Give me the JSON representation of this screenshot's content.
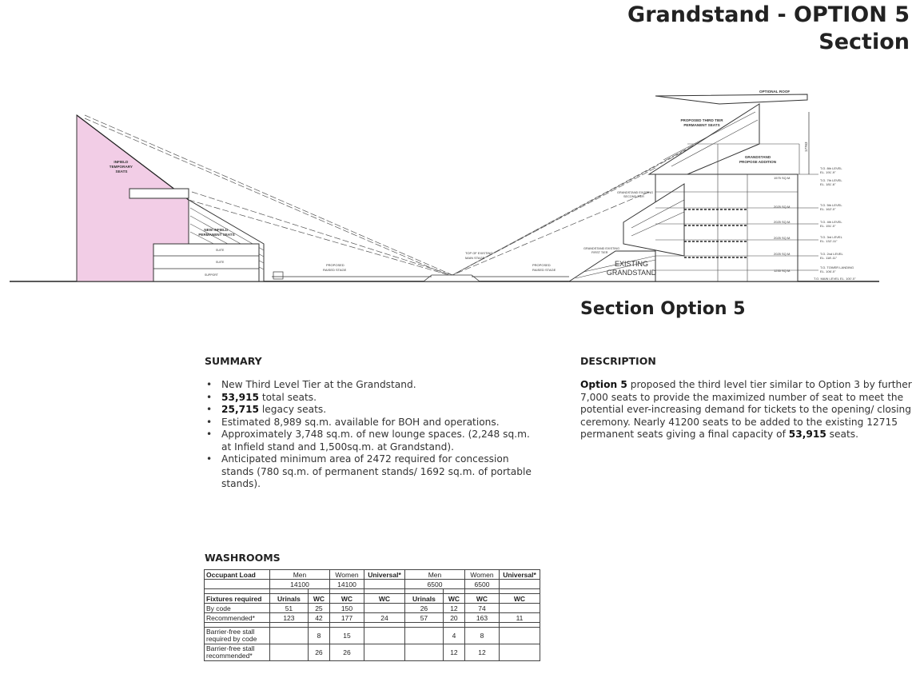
{
  "header": {
    "title_line1": "Grandstand - OPTION 5",
    "title_line2": "Section"
  },
  "drawing": {
    "labels": {
      "infield_temporary": [
        "INFIELD",
        "TEMPORARY",
        "SEATS"
      ],
      "new_infield_permanent": [
        "NEW INFIELD",
        "PERMANENT SEATS"
      ],
      "proposed_raised_stage_left": [
        "PROPOSED",
        "RAISED STAGE"
      ],
      "top_existing_main_stage": [
        "TOP OF EXISTING",
        "MAIN STAGE"
      ],
      "proposed_raised_stage_right": [
        "PROPOSED",
        "RAISED STAGE"
      ],
      "optional_roof": "OPTIONAL ROOF",
      "proposed_third_tier": [
        "PROPOSED THIRD TIER",
        "PERMANENT SEATS"
      ],
      "grandstand_propose_addition": [
        "GRANDSTAND",
        "PROPOSE ADDITION"
      ],
      "grandstand_existing_second_tier": [
        "GRANDSTAND EXISTING",
        "SECOND TIER"
      ],
      "grandstand_existing_first_tier": [
        "GRANDSTAND EXISTING",
        "FIRST TIER"
      ],
      "existing_grandstand": [
        "EXISTING",
        "GRANDSTAND"
      ],
      "floor_areas": [
        "1575 SQ.M.",
        "2025 SQ.M.",
        "2025 SQ.M.",
        "2025 SQ.M.",
        "2025 SQ.M.",
        "1235 SQ.M."
      ],
      "levels": [
        [
          "T.O. 8th LEVEL",
          "EL. 191'-9\""
        ],
        [
          "T.O. 7th LEVEL",
          "EL. 181'-6\""
        ],
        [
          "T.O. 5th LEVEL",
          "EL. 162'-0\""
        ],
        [
          "T.O. 4th LEVEL",
          "EL. 151'-0\""
        ],
        [
          "T.O. 3rd LEVEL",
          "EL. 132'-11\""
        ],
        [
          "T.O. 2nd LEVEL",
          "EL. 118'-11\""
        ],
        [
          "T.O. TOWER LANDING",
          "EL. 106'-0\""
        ],
        [
          "T.O. MAIN LEVEL EL. 100'-0\""
        ]
      ],
      "dimension": "17763"
    }
  },
  "section_heading": "Section Option 5",
  "summary": {
    "heading": "SUMMARY",
    "items": [
      {
        "bold": "",
        "text": "New Third Level Tier at the Grandstand."
      },
      {
        "bold": "53,915",
        "text": " total seats."
      },
      {
        "bold": "25,715",
        "text": " legacy seats."
      },
      {
        "bold": "",
        "text": "Estimated 8,989 sq.m. available for BOH and operations."
      },
      {
        "bold": "",
        "text": "Approximately 3,748 sq.m. of new lounge spaces.  (2,248 sq.m. at Infield stand and 1,500sq.m. at Grandstand)."
      },
      {
        "bold": "",
        "text": "Anticipated minimum area of 2472 required for concession stands (780 sq.m. of permanent stands/ 1692 sq.m. of portable stands)."
      }
    ]
  },
  "description": {
    "heading": "DESCRIPTION",
    "lead_bold": "Option 5",
    "body": " proposed the third level tier similar to Option 3 by further 7,000 seats to provide the maximized number of seat to meet the potential ever-increasing demand for tickets to the opening/ closing ceremony. Nearly 41200 seats to be added to the existing 12715 permanent seats giving a final capacity of ",
    "tail_bold": "53,915",
    "tail": " seats."
  },
  "washrooms": {
    "heading": "WASHROOMS",
    "rows": [
      [
        "Occupant Load",
        "Men",
        "",
        "Women",
        "Universal*",
        "Men",
        "",
        "Women",
        "Universal*"
      ],
      [
        "",
        "14100",
        "",
        "14100",
        "",
        "6500",
        "",
        "6500",
        ""
      ],
      [
        "Fixtures required",
        "Urinals",
        "WC",
        "WC",
        "WC",
        "Urinals",
        "WC",
        "WC",
        "WC"
      ],
      [
        "By code",
        "51",
        "25",
        "150",
        "",
        "26",
        "12",
        "74",
        ""
      ],
      [
        "Recommended*",
        "123",
        "42",
        "177",
        "24",
        "57",
        "20",
        "163",
        "11"
      ],
      [
        "Barrier-free stall required by code",
        "",
        "8",
        "15",
        "",
        "",
        "4",
        "8",
        ""
      ],
      [
        "Barrier-free stall recommended*",
        "",
        "26",
        "26",
        "",
        "",
        "12",
        "12",
        ""
      ]
    ]
  }
}
